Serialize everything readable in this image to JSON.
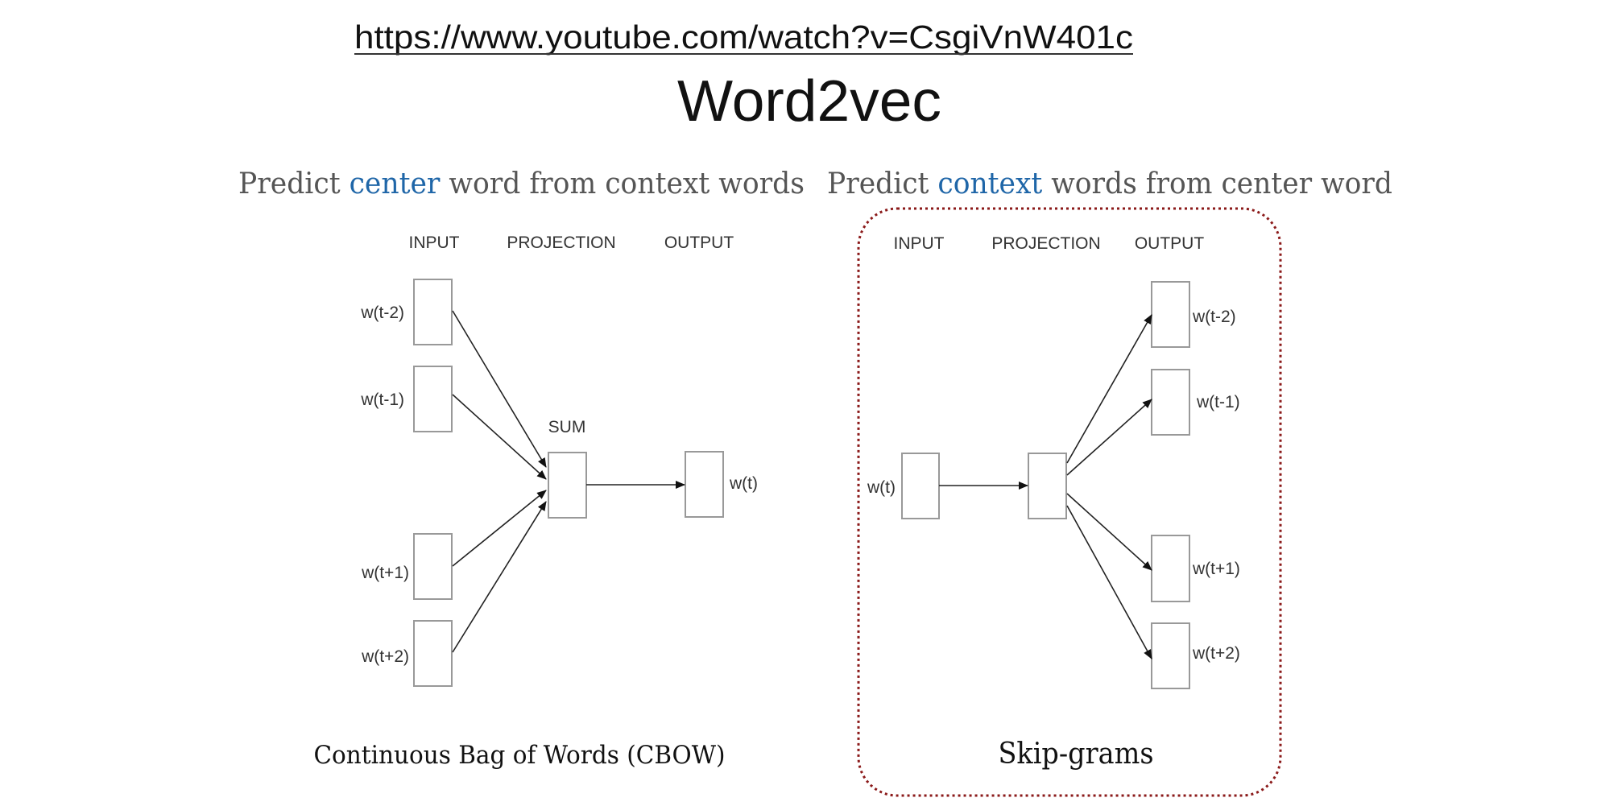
{
  "header": {
    "url": "https://www.youtube.com/watch?v=CsgiVnW401c",
    "title": "Word2vec"
  },
  "subtitles": {
    "left": {
      "pre": "Predict ",
      "highlight": "center",
      "post": " word from context words"
    },
    "right": {
      "pre": "Predict ",
      "highlight": "context",
      "post": " words from center word"
    }
  },
  "colors": {
    "highlight": "#1f66a8",
    "subtitle": "#555555",
    "skipgram_border": "#8b1a1a"
  },
  "cbow": {
    "headers": [
      "INPUT",
      "PROJECTION",
      "OUTPUT"
    ],
    "inputs": [
      "w(t-2)",
      "w(t-1)",
      "w(t+1)",
      "w(t+2)"
    ],
    "projection_label": "SUM",
    "output": "w(t)",
    "caption": "Continuous Bag of Words (CBOW)"
  },
  "skipgram": {
    "headers": [
      "INPUT",
      "PROJECTION",
      "OUTPUT"
    ],
    "input": "w(t)",
    "outputs": [
      "w(t-2)",
      "w(t-1)",
      "w(t+1)",
      "w(t+2)"
    ],
    "caption": "Skip-grams"
  }
}
